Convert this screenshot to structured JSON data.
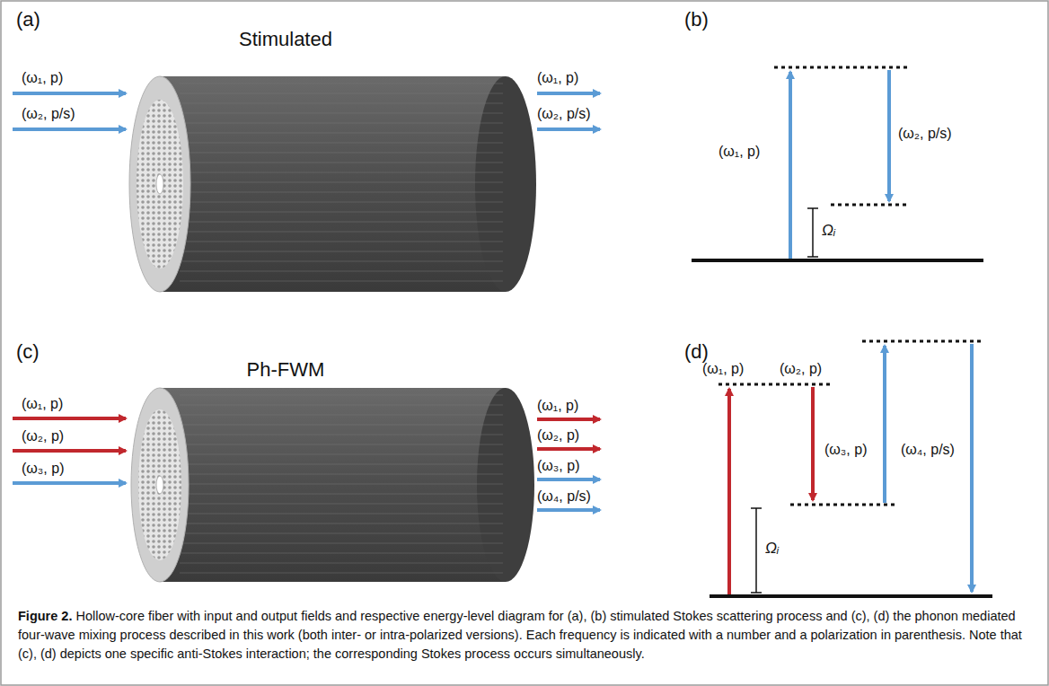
{
  "diagram": {
    "caption": "Figure 2. Hollow-core fiber with input and output fields and respective energy-level diagram for (a), (b) stimulated Stokes scattering process and (c), (d) the phonon mediated four-wave mixing process described in this work (both inter- or intra-polarized versions). Each frequency is indicated with a number and a polarization in parenthesis. Note that (c), (d) depicts one specific anti-Stokes interaction; the corresponding Stokes process occurs simultaneously.",
    "labels": [
      "(a)",
      "Stimulated",
      "(ω₁, p)",
      "(ω₂, p/s)",
      "(ω₁, p)",
      "(ω₂, p/s)",
      "(b)",
      "(ω₁, p)",
      "(ω₂, p/s)",
      "Ωᵢ",
      "(c)",
      "Ph-FWM",
      "(ω₁, p)",
      "(ω₂, p)",
      "(ω₃, p)",
      "(ω₁, p)",
      "(ω₂, p)",
      "(ω₃, p)",
      "(ω₄, p/s)",
      "(d)",
      "(ω₁, p)",
      "(ω₂, p)",
      "(ω₃, p)",
      "(ω₄, p/s)",
      "Ωᵢ"
    ]
  }
}
